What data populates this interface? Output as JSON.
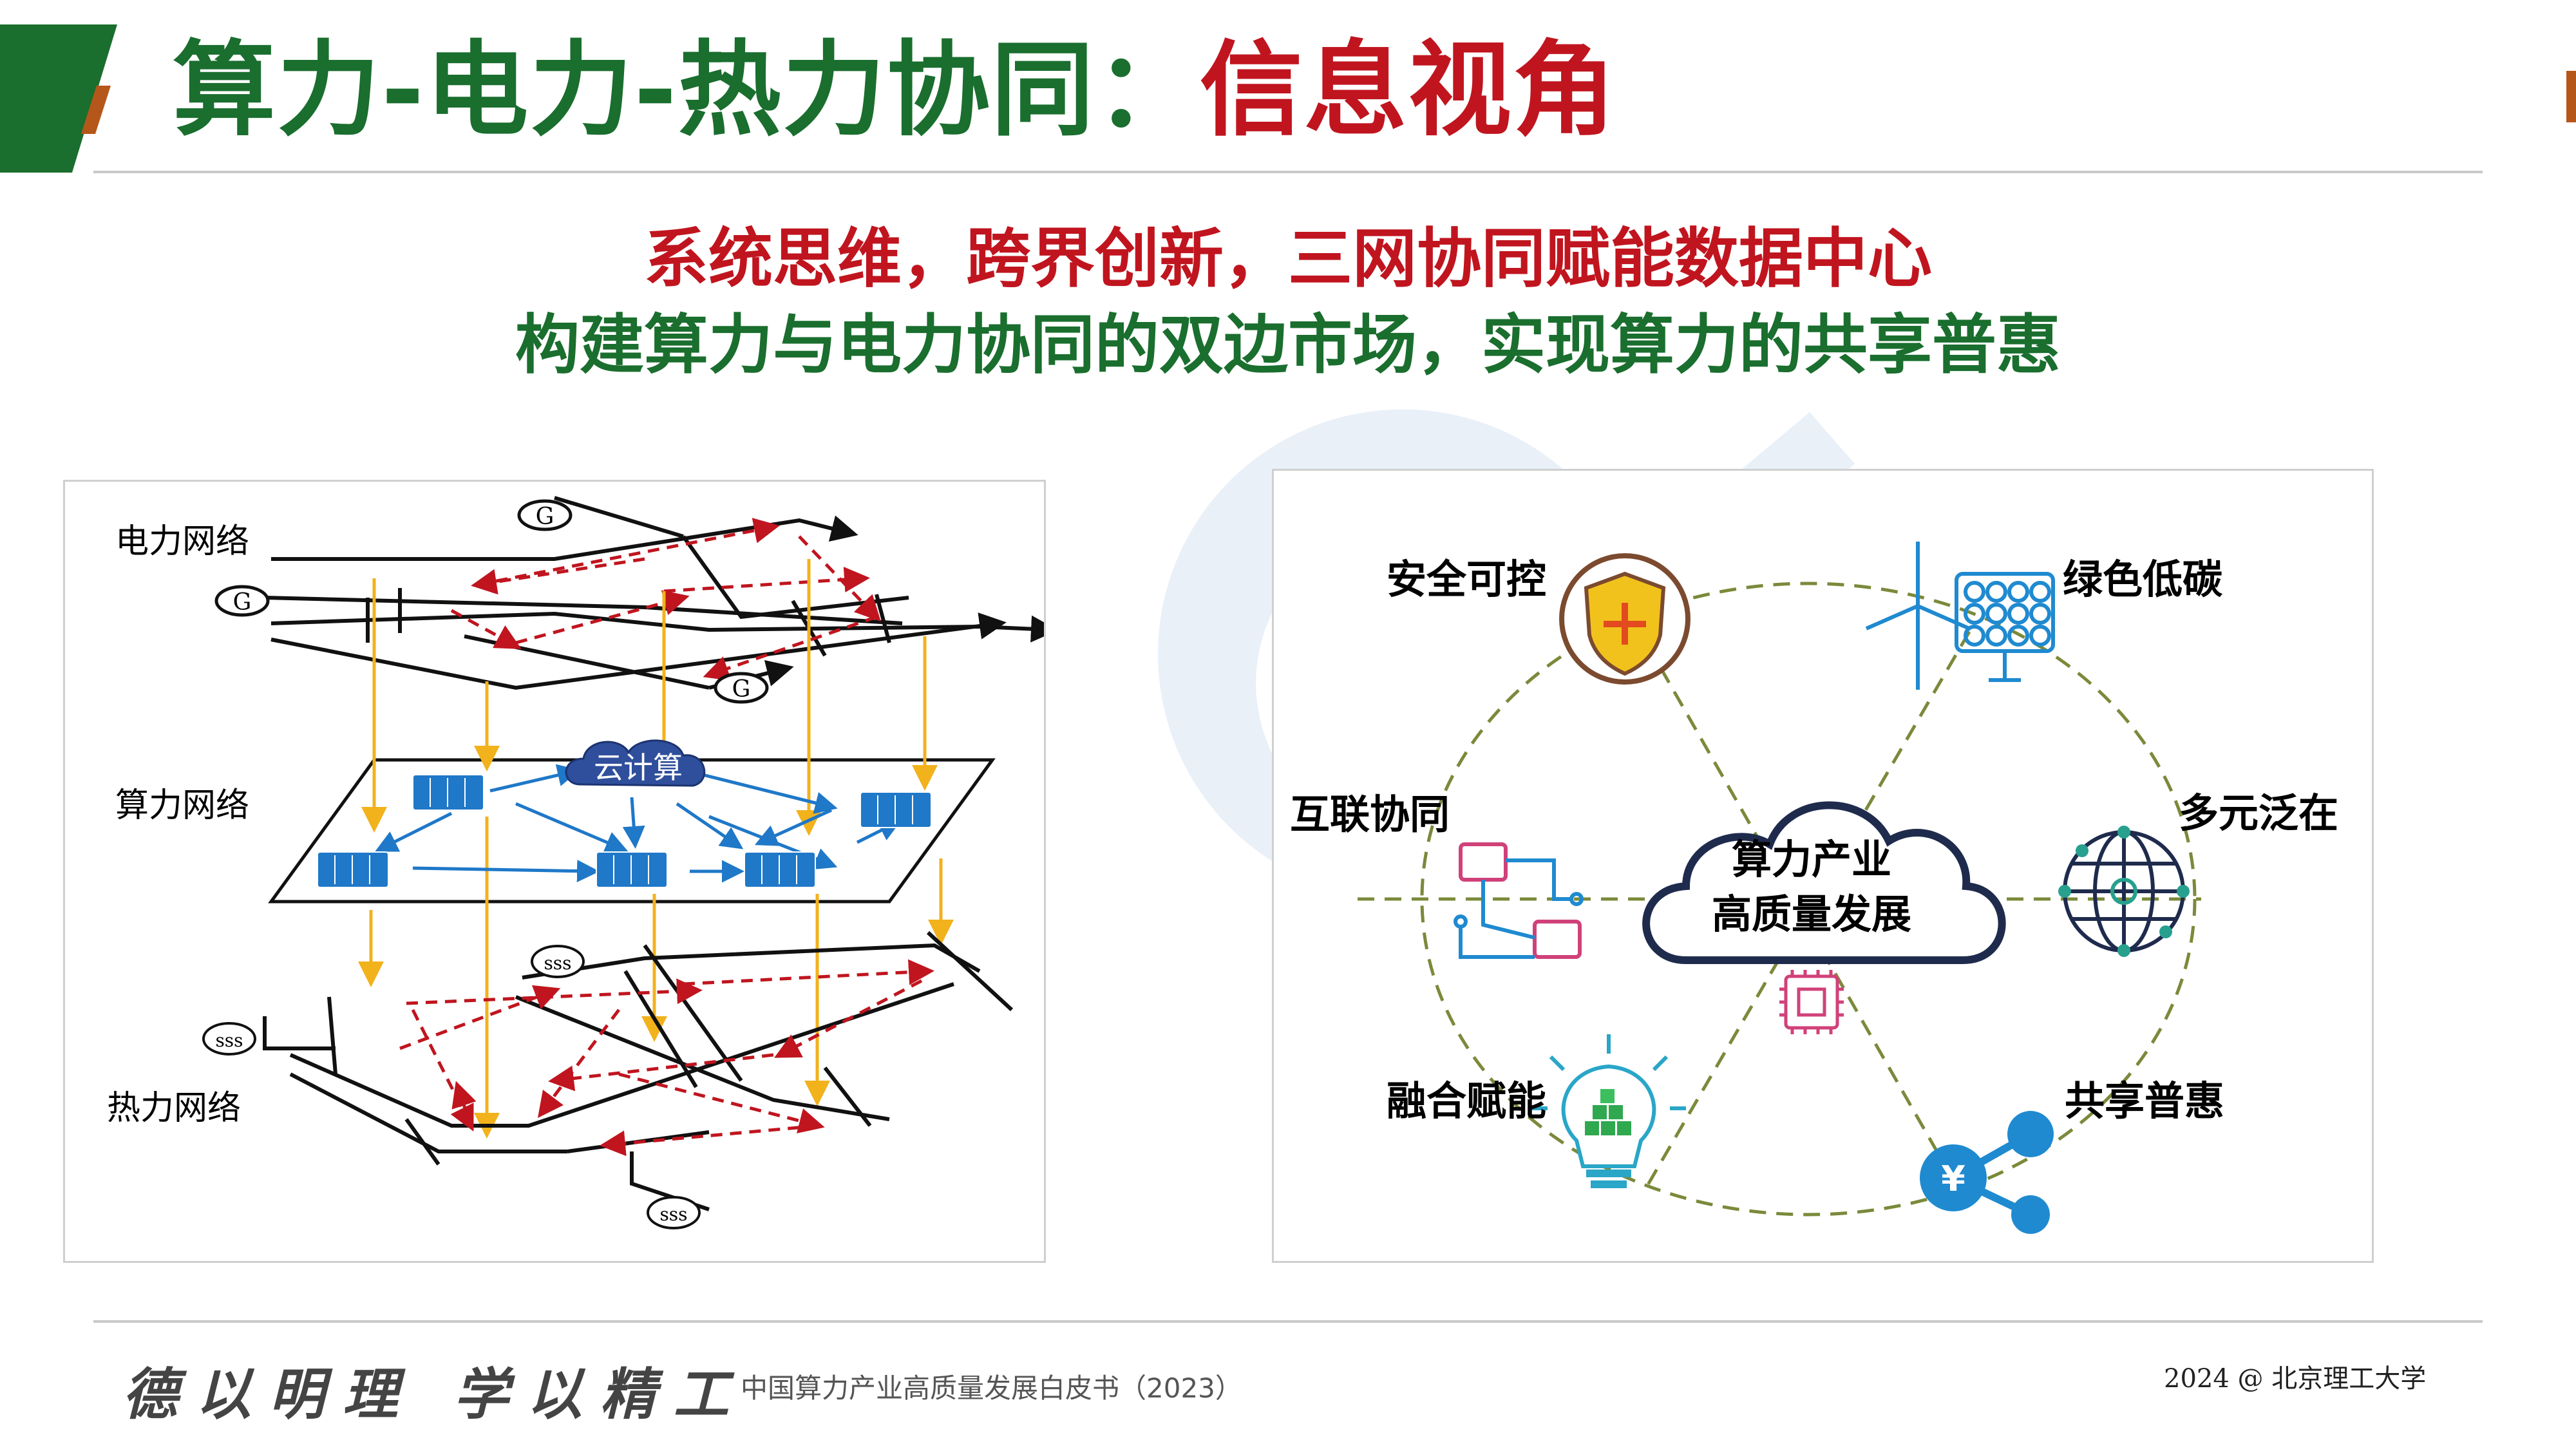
{
  "title": {
    "part1": "算力-电力-热力协同：",
    "part2": "信息视角"
  },
  "subtitle": {
    "line1": "系统思维，跨界创新，三网协同赋能数据中心",
    "line2": "构建算力与电力协同的双边市场，实现算力的共享普惠"
  },
  "left_diagram": {
    "layers": {
      "power": "电力网络",
      "compute": "算力网络",
      "heat": "热力网络"
    },
    "cloud_label": "云计算",
    "generator_symbol": "G",
    "heat_symbol": "sss"
  },
  "right_diagram": {
    "center": {
      "line1": "算力产业",
      "line2": "高质量发展"
    },
    "nodes": {
      "security": "安全可控",
      "green": "绿色低碳",
      "interconnect": "互联协同",
      "diverse": "多元泛在",
      "fusion": "融合赋能",
      "sharing": "共享普惠"
    },
    "yen_symbol": "¥"
  },
  "footer": {
    "motto": "德以明理 学以精工",
    "source": "中国算力产业高质量发展白皮书（2023）",
    "copyright": "2024 @ 北京理工大学"
  },
  "colors": {
    "title_green": "#1a6e2e",
    "title_red": "#c0151f",
    "dashed_red": "#c0151f",
    "arrow_yellow": "#f2b21c",
    "server_blue": "#1f78c8",
    "hex_dash": "#7a8a3a",
    "node_navy": "#1f2b4d"
  }
}
